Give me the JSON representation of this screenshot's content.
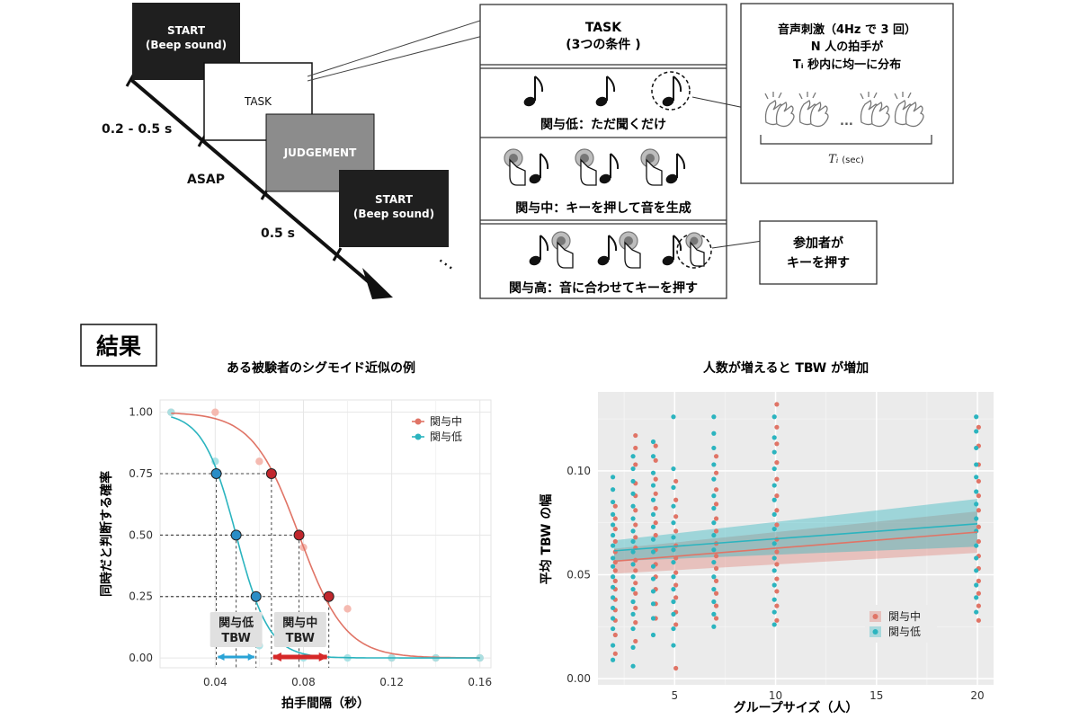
{
  "schematic": {
    "start_card_1": {
      "line1": "START",
      "line2": "(Beep sound)"
    },
    "task_card": "TASK",
    "judgement_card": "JUDGEMENT",
    "start_card_2": {
      "line1": "START",
      "line2": "(Beep sound)"
    },
    "interval_1": "0.2 - 0.5 s",
    "interval_2": "ASAP",
    "interval_3": "0.5 s",
    "ellipsis": "⋯"
  },
  "task_panel": {
    "title_line1": "TASK",
    "title_line2": "(3つの条件 )",
    "conditions": [
      {
        "label": "関与低：ただ聞くだけ"
      },
      {
        "label": "関与中：キーを押して音を生成"
      },
      {
        "label": "関与高：音に合わせてキーを押す"
      }
    ]
  },
  "stimulus_callout": {
    "line1": "音声刺激（4Hz で 3 回）",
    "line2": "N 人の拍手が",
    "line3": "Tᵢ 秒内に均一に分布",
    "ellipsis": "...",
    "axis_label_var": "Tᵢ",
    "axis_label_unit": "(sec)"
  },
  "participant_callout": {
    "line1": "参加者が",
    "line2": "キーを押す"
  },
  "results_label": "結果",
  "colors": {
    "mid": "#e07466",
    "low": "#2bb4bf",
    "mid_light": "#f4b6ad",
    "low_light": "#a6e0e4",
    "dark_card": "#1f1f1f",
    "gray_card": "#8c8c8c"
  },
  "chart_data": [
    {
      "type": "line",
      "title": "ある被験者のシグモイド近似の例",
      "xlabel": "拍手間隔（秒）",
      "ylabel": "同時だと判断する確率",
      "xlim": [
        0.015,
        0.165
      ],
      "ylim": [
        -0.04,
        1.05
      ],
      "xticks": [
        "0.04",
        "0.08",
        "0.12",
        "0.16"
      ],
      "xtick_values": [
        0.04,
        0.08,
        0.12,
        0.16
      ],
      "yticks": [
        "0.00",
        "0.25",
        "0.50",
        "0.75",
        "1.00"
      ],
      "ytick_values": [
        0,
        0.25,
        0.5,
        0.75,
        1.0
      ],
      "legend_position": "top-right",
      "series": [
        {
          "name": "関与中",
          "color": "#e07466",
          "sigmoid": {
            "x50": 0.078,
            "scale": 0.0105
          },
          "observed_x": [
            0.02,
            0.04,
            0.06,
            0.08,
            0.1,
            0.12,
            0.14,
            0.16
          ],
          "observed_y": [
            1.0,
            1.0,
            0.8,
            0.45,
            0.2,
            0.0,
            0.0,
            0.0
          ],
          "markers_x": [
            0.0655,
            0.078,
            0.0915
          ],
          "markers_y": [
            0.75,
            0.5,
            0.25
          ]
        },
        {
          "name": "関与低",
          "color": "#2bb4bf",
          "sigmoid": {
            "x50": 0.0495,
            "scale": 0.0075
          },
          "observed_x": [
            0.02,
            0.04,
            0.06,
            0.08,
            0.1,
            0.12,
            0.14,
            0.16
          ],
          "observed_y": [
            1.0,
            0.8,
            0.05,
            0.0,
            0.0,
            0.0,
            0.0,
            0.0
          ],
          "markers_x": [
            0.0405,
            0.0495,
            0.0585
          ],
          "markers_y": [
            0.75,
            0.5,
            0.25
          ]
        }
      ],
      "annotations": [
        {
          "text1": "関与低",
          "text2": "TBW",
          "x_from": 0.0405,
          "x_to": 0.0585,
          "color": "#2aa3d6"
        },
        {
          "text1": "関与中",
          "text2": "TBW",
          "x_from": 0.0655,
          "x_to": 0.0915,
          "color": "#d62828"
        }
      ]
    },
    {
      "type": "scatter",
      "title": "人数が増えると TBW が増加",
      "xlabel": "グループサイズ（人）",
      "ylabel": "平均 TBW の幅",
      "xlim": [
        1.2,
        20.8
      ],
      "ylim": [
        -0.003,
        0.138
      ],
      "xticks": [
        "5",
        "10",
        "15",
        "20"
      ],
      "xtick_values": [
        5,
        10,
        15,
        20
      ],
      "yticks": [
        "0.00",
        "0.05",
        "0.10"
      ],
      "ytick_values": [
        0,
        0.05,
        0.1
      ],
      "legend_position": "bottom-right",
      "series": [
        {
          "name": "関与中",
          "color": "#e07466",
          "points": [
            [
              2,
              0.083
            ],
            [
              2,
              0.077
            ],
            [
              2,
              0.072
            ],
            [
              2,
              0.066
            ],
            [
              2,
              0.061
            ],
            [
              2,
              0.056
            ],
            [
              2,
              0.052
            ],
            [
              2,
              0.047
            ],
            [
              2,
              0.043
            ],
            [
              2,
              0.038
            ],
            [
              2,
              0.033
            ],
            [
              2,
              0.028
            ],
            [
              2,
              0.021
            ],
            [
              2,
              0.012
            ],
            [
              3,
              0.117
            ],
            [
              3,
              0.111
            ],
            [
              3,
              0.103
            ],
            [
              3,
              0.094
            ],
            [
              3,
              0.088
            ],
            [
              3,
              0.081
            ],
            [
              3,
              0.074
            ],
            [
              3,
              0.068
            ],
            [
              3,
              0.063
            ],
            [
              3,
              0.057
            ],
            [
              3,
              0.052
            ],
            [
              3,
              0.046
            ],
            [
              3,
              0.041
            ],
            [
              3,
              0.034
            ],
            [
              3,
              0.027
            ],
            [
              3,
              0.018
            ],
            [
              4,
              0.112
            ],
            [
              4,
              0.105
            ],
            [
              4,
              0.096
            ],
            [
              4,
              0.089
            ],
            [
              4,
              0.082
            ],
            [
              4,
              0.075
            ],
            [
              4,
              0.069
            ],
            [
              4,
              0.062
            ],
            [
              4,
              0.055
            ],
            [
              4,
              0.049
            ],
            [
              4,
              0.043
            ],
            [
              4,
              0.036
            ],
            [
              4,
              0.029
            ],
            [
              5,
              0.095
            ],
            [
              5,
              0.086
            ],
            [
              5,
              0.078
            ],
            [
              5,
              0.071
            ],
            [
              5,
              0.064
            ],
            [
              5,
              0.058
            ],
            [
              5,
              0.051
            ],
            [
              5,
              0.045
            ],
            [
              5,
              0.039
            ],
            [
              5,
              0.032
            ],
            [
              5,
              0.026
            ],
            [
              5,
              0.005
            ],
            [
              7,
              0.107
            ],
            [
              7,
              0.099
            ],
            [
              7,
              0.091
            ],
            [
              7,
              0.084
            ],
            [
              7,
              0.077
            ],
            [
              7,
              0.071
            ],
            [
              7,
              0.065
            ],
            [
              7,
              0.059
            ],
            [
              7,
              0.053
            ],
            [
              7,
              0.047
            ],
            [
              7,
              0.041
            ],
            [
              7,
              0.035
            ],
            [
              7,
              0.029
            ],
            [
              10,
              0.132
            ],
            [
              10,
              0.121
            ],
            [
              10,
              0.113
            ],
            [
              10,
              0.104
            ],
            [
              10,
              0.096
            ],
            [
              10,
              0.088
            ],
            [
              10,
              0.081
            ],
            [
              10,
              0.074
            ],
            [
              10,
              0.067
            ],
            [
              10,
              0.061
            ],
            [
              10,
              0.055
            ],
            [
              10,
              0.048
            ],
            [
              10,
              0.042
            ],
            [
              10,
              0.035
            ],
            [
              10,
              0.028
            ],
            [
              20,
              0.121
            ],
            [
              20,
              0.112
            ],
            [
              20,
              0.103
            ],
            [
              20,
              0.095
            ],
            [
              20,
              0.088
            ],
            [
              20,
              0.081
            ],
            [
              20,
              0.073
            ],
            [
              20,
              0.066
            ],
            [
              20,
              0.059
            ],
            [
              20,
              0.053
            ],
            [
              20,
              0.047
            ],
            [
              20,
              0.041
            ],
            [
              20,
              0.035
            ],
            [
              20,
              0.028
            ]
          ],
          "regression": {
            "y_at_min": 0.0565,
            "y_at_max": 0.0705,
            "ci_low_min": 0.0505,
            "ci_high_min": 0.0625,
            "ci_low_max": 0.0605,
            "ci_high_max": 0.0805
          }
        },
        {
          "name": "関与低",
          "color": "#2bb4bf",
          "points": [
            [
              2,
              0.097
            ],
            [
              2,
              0.091
            ],
            [
              2,
              0.085
            ],
            [
              2,
              0.079
            ],
            [
              2,
              0.074
            ],
            [
              2,
              0.069
            ],
            [
              2,
              0.064
            ],
            [
              2,
              0.058
            ],
            [
              2,
              0.054
            ],
            [
              2,
              0.049
            ],
            [
              2,
              0.044
            ],
            [
              2,
              0.039
            ],
            [
              2,
              0.034
            ],
            [
              2,
              0.029
            ],
            [
              2,
              0.024
            ],
            [
              2,
              0.016
            ],
            [
              2,
              0.009
            ],
            [
              3,
              0.107
            ],
            [
              3,
              0.101
            ],
            [
              3,
              0.095
            ],
            [
              3,
              0.089
            ],
            [
              3,
              0.083
            ],
            [
              3,
              0.077
            ],
            [
              3,
              0.071
            ],
            [
              3,
              0.066
            ],
            [
              3,
              0.061
            ],
            [
              3,
              0.055
            ],
            [
              3,
              0.049
            ],
            [
              3,
              0.043
            ],
            [
              3,
              0.037
            ],
            [
              3,
              0.031
            ],
            [
              3,
              0.024
            ],
            [
              3,
              0.015
            ],
            [
              3,
              0.006
            ],
            [
              4,
              0.114
            ],
            [
              4,
              0.107
            ],
            [
              4,
              0.099
            ],
            [
              4,
              0.093
            ],
            [
              4,
              0.086
            ],
            [
              4,
              0.079
            ],
            [
              4,
              0.073
            ],
            [
              4,
              0.067
            ],
            [
              4,
              0.061
            ],
            [
              4,
              0.054
            ],
            [
              4,
              0.048
            ],
            [
              4,
              0.042
            ],
            [
              4,
              0.036
            ],
            [
              4,
              0.029
            ],
            [
              4,
              0.021
            ],
            [
              5,
              0.126
            ],
            [
              5,
              0.101
            ],
            [
              5,
              0.092
            ],
            [
              5,
              0.083
            ],
            [
              5,
              0.075
            ],
            [
              5,
              0.068
            ],
            [
              5,
              0.062
            ],
            [
              5,
              0.056
            ],
            [
              5,
              0.049
            ],
            [
              5,
              0.043
            ],
            [
              5,
              0.037
            ],
            [
              5,
              0.031
            ],
            [
              5,
              0.024
            ],
            [
              5,
              0.016
            ],
            [
              7,
              0.126
            ],
            [
              7,
              0.118
            ],
            [
              7,
              0.111
            ],
            [
              7,
              0.103
            ],
            [
              7,
              0.096
            ],
            [
              7,
              0.088
            ],
            [
              7,
              0.082
            ],
            [
              7,
              0.075
            ],
            [
              7,
              0.069
            ],
            [
              7,
              0.062
            ],
            [
              7,
              0.056
            ],
            [
              7,
              0.049
            ],
            [
              7,
              0.043
            ],
            [
              7,
              0.037
            ],
            [
              7,
              0.031
            ],
            [
              7,
              0.025
            ],
            [
              10,
              0.126
            ],
            [
              10,
              0.116
            ],
            [
              10,
              0.109
            ],
            [
              10,
              0.101
            ],
            [
              10,
              0.093
            ],
            [
              10,
              0.086
            ],
            [
              10,
              0.079
            ],
            [
              10,
              0.072
            ],
            [
              10,
              0.065
            ],
            [
              10,
              0.058
            ],
            [
              10,
              0.052
            ],
            [
              10,
              0.045
            ],
            [
              10,
              0.038
            ],
            [
              10,
              0.032
            ],
            [
              10,
              0.026
            ],
            [
              20,
              0.126
            ],
            [
              20,
              0.119
            ],
            [
              20,
              0.111
            ],
            [
              20,
              0.103
            ],
            [
              20,
              0.097
            ],
            [
              20,
              0.09
            ],
            [
              20,
              0.084
            ],
            [
              20,
              0.077
            ],
            [
              20,
              0.071
            ],
            [
              20,
              0.064
            ],
            [
              20,
              0.058
            ],
            [
              20,
              0.052
            ],
            [
              20,
              0.045
            ],
            [
              20,
              0.039
            ],
            [
              20,
              0.032
            ]
          ],
          "regression": {
            "y_at_min": 0.0615,
            "y_at_max": 0.0745,
            "ci_low_min": 0.0565,
            "ci_high_min": 0.0665,
            "ci_low_max": 0.0635,
            "ci_high_max": 0.0865
          }
        }
      ]
    }
  ]
}
